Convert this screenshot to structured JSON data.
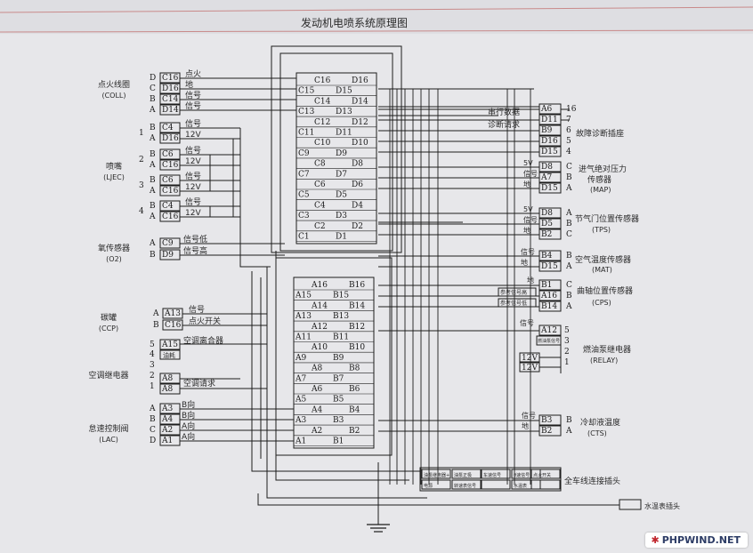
{
  "title": "发动机电喷系统原理图",
  "ecu": {
    "connector_c": {
      "left": [
        "C16",
        "C15",
        "C14",
        "C13",
        "C12",
        "C11",
        "C10",
        "C9",
        "C8",
        "C7",
        "C6",
        "C5",
        "C4",
        "C3",
        "C2",
        "C1"
      ],
      "right": [
        "D16",
        "D15",
        "D14",
        "D13",
        "D12",
        "D11",
        "D10",
        "D9",
        "D8",
        "D7",
        "D6",
        "D5",
        "D4",
        "D3",
        "D2",
        "D1"
      ]
    },
    "connector_a": {
      "left": [
        "A16",
        "A15",
        "A14",
        "A13",
        "A12",
        "A11",
        "A10",
        "A9",
        "A8",
        "A7",
        "A6",
        "A5",
        "A4",
        "A3",
        "A2",
        "A1"
      ],
      "right": [
        "B16",
        "B15",
        "B14",
        "B13",
        "B12",
        "B11",
        "B10",
        "B9",
        "B8",
        "B7",
        "B6",
        "B5",
        "B4",
        "B3",
        "B2",
        "B1"
      ]
    }
  },
  "left_components": {
    "ignition_coil": {
      "name": "点火线圈",
      "sub": "(COLL)",
      "pins": [
        "D",
        "C",
        "B",
        "A"
      ],
      "terminals": [
        "C16",
        "D16",
        "C14",
        "D14"
      ],
      "signals": [
        "点火",
        "地",
        "信号",
        "信号"
      ]
    },
    "injector": {
      "name": "喷嘴",
      "sub": "(LJEC)",
      "numbers": [
        "1",
        "2",
        "3",
        "4"
      ],
      "pins": [
        "B",
        "A",
        "B",
        "A",
        "B",
        "A",
        "B",
        "A"
      ],
      "terminals": [
        "C4",
        "D16",
        "C6",
        "C16",
        "C6",
        "C16",
        "C4",
        "C16"
      ],
      "signals": [
        "信号",
        "12V",
        "信号",
        "12V",
        "信号",
        "12V",
        "信号",
        "12V"
      ]
    },
    "o2": {
      "name": "氧传感器",
      "sub": "(O2)",
      "pins": [
        "A",
        "B"
      ],
      "terminals": [
        "C9",
        "D9"
      ],
      "signals": [
        "信号低",
        "信号高"
      ]
    },
    "canister": {
      "name": "碳罐",
      "sub": "(CCP)",
      "pins": [
        "A",
        "B"
      ],
      "terminals": [
        "A13",
        "C16"
      ],
      "signals": [
        "信号",
        "点火开关"
      ]
    },
    "ac_relay": {
      "name": "空调继电器",
      "pins": [
        "5",
        "4",
        "3",
        "2",
        "1"
      ],
      "terminals": [
        "A15",
        "油耗",
        "A8",
        "A8"
      ],
      "signals": [
        "空调离合器",
        "空调请求"
      ]
    },
    "idle_valve": {
      "name": "怠速控制阀",
      "sub": "(LAC)",
      "pins": [
        "A",
        "B",
        "C",
        "D"
      ],
      "terminals": [
        "A3",
        "A4",
        "A2",
        "A1"
      ],
      "signals": [
        "B向",
        "B向",
        "A向",
        "A向"
      ]
    }
  },
  "right_components": {
    "diag": {
      "name": "故障诊断插座",
      "terminals": [
        "A6",
        "D11",
        "B9",
        "D16",
        "D15"
      ],
      "pins": [
        "16",
        "7",
        "6",
        "5",
        "4"
      ],
      "signals": [
        "串行数据",
        "诊断请求"
      ]
    },
    "map": {
      "name": "进气绝对压力",
      "name2": "传感器",
      "sub": "(MAP)",
      "terminals": [
        "D8",
        "A7",
        "D15"
      ],
      "pins": [
        "C",
        "B",
        "A"
      ],
      "signals": [
        "5V",
        "信号",
        "地"
      ]
    },
    "tps": {
      "name": "节气门位置传感器",
      "sub": "(TPS)",
      "terminals": [
        "D8",
        "D5",
        "B2"
      ],
      "pins": [
        "A",
        "B",
        "C"
      ],
      "signals": [
        "5V",
        "信号",
        "地"
      ]
    },
    "mat": {
      "name": "空气温度传感器",
      "sub": "(MAT)",
      "terminals": [
        "B4",
        "D15"
      ],
      "pins": [
        "B",
        "A"
      ],
      "signals": [
        "信号",
        "地"
      ]
    },
    "cps": {
      "name": "曲轴位置传感器",
      "sub": "(CPS)",
      "terminals": [
        "B1",
        "A16",
        "B14"
      ],
      "pins": [
        "C",
        "B",
        "A"
      ],
      "signals": [
        "地",
        "参考信号高",
        "参考信号低"
      ]
    },
    "relay": {
      "name": "燃油泵继电器",
      "sub": "(RELAY)",
      "terminals": [
        "A12",
        "燃油泵信号",
        "12V",
        "12V"
      ],
      "pins": [
        "5",
        "3",
        "2",
        "1"
      ],
      "signals": [
        "信号"
      ]
    },
    "cts": {
      "name": "冷却液温度",
      "sub": "(CTS)",
      "terminals": [
        "B3",
        "B2"
      ],
      "pins": [
        "B",
        "A"
      ],
      "signals": [
        "信号",
        "地"
      ]
    }
  },
  "harness": {
    "name": "全车线连接插头",
    "top": [
      "油泵继电器+",
      "油泵正极",
      "车速信号",
      "ϑ速信号",
      "点火开关"
    ],
    "bottom": [
      "电源",
      "转速表信号",
      "",
      "水温表",
      ""
    ]
  },
  "water_temp_plug": "水温表插头",
  "watermark": {
    "brand": "PHPWIND.NET",
    "icon": "star-logo"
  }
}
